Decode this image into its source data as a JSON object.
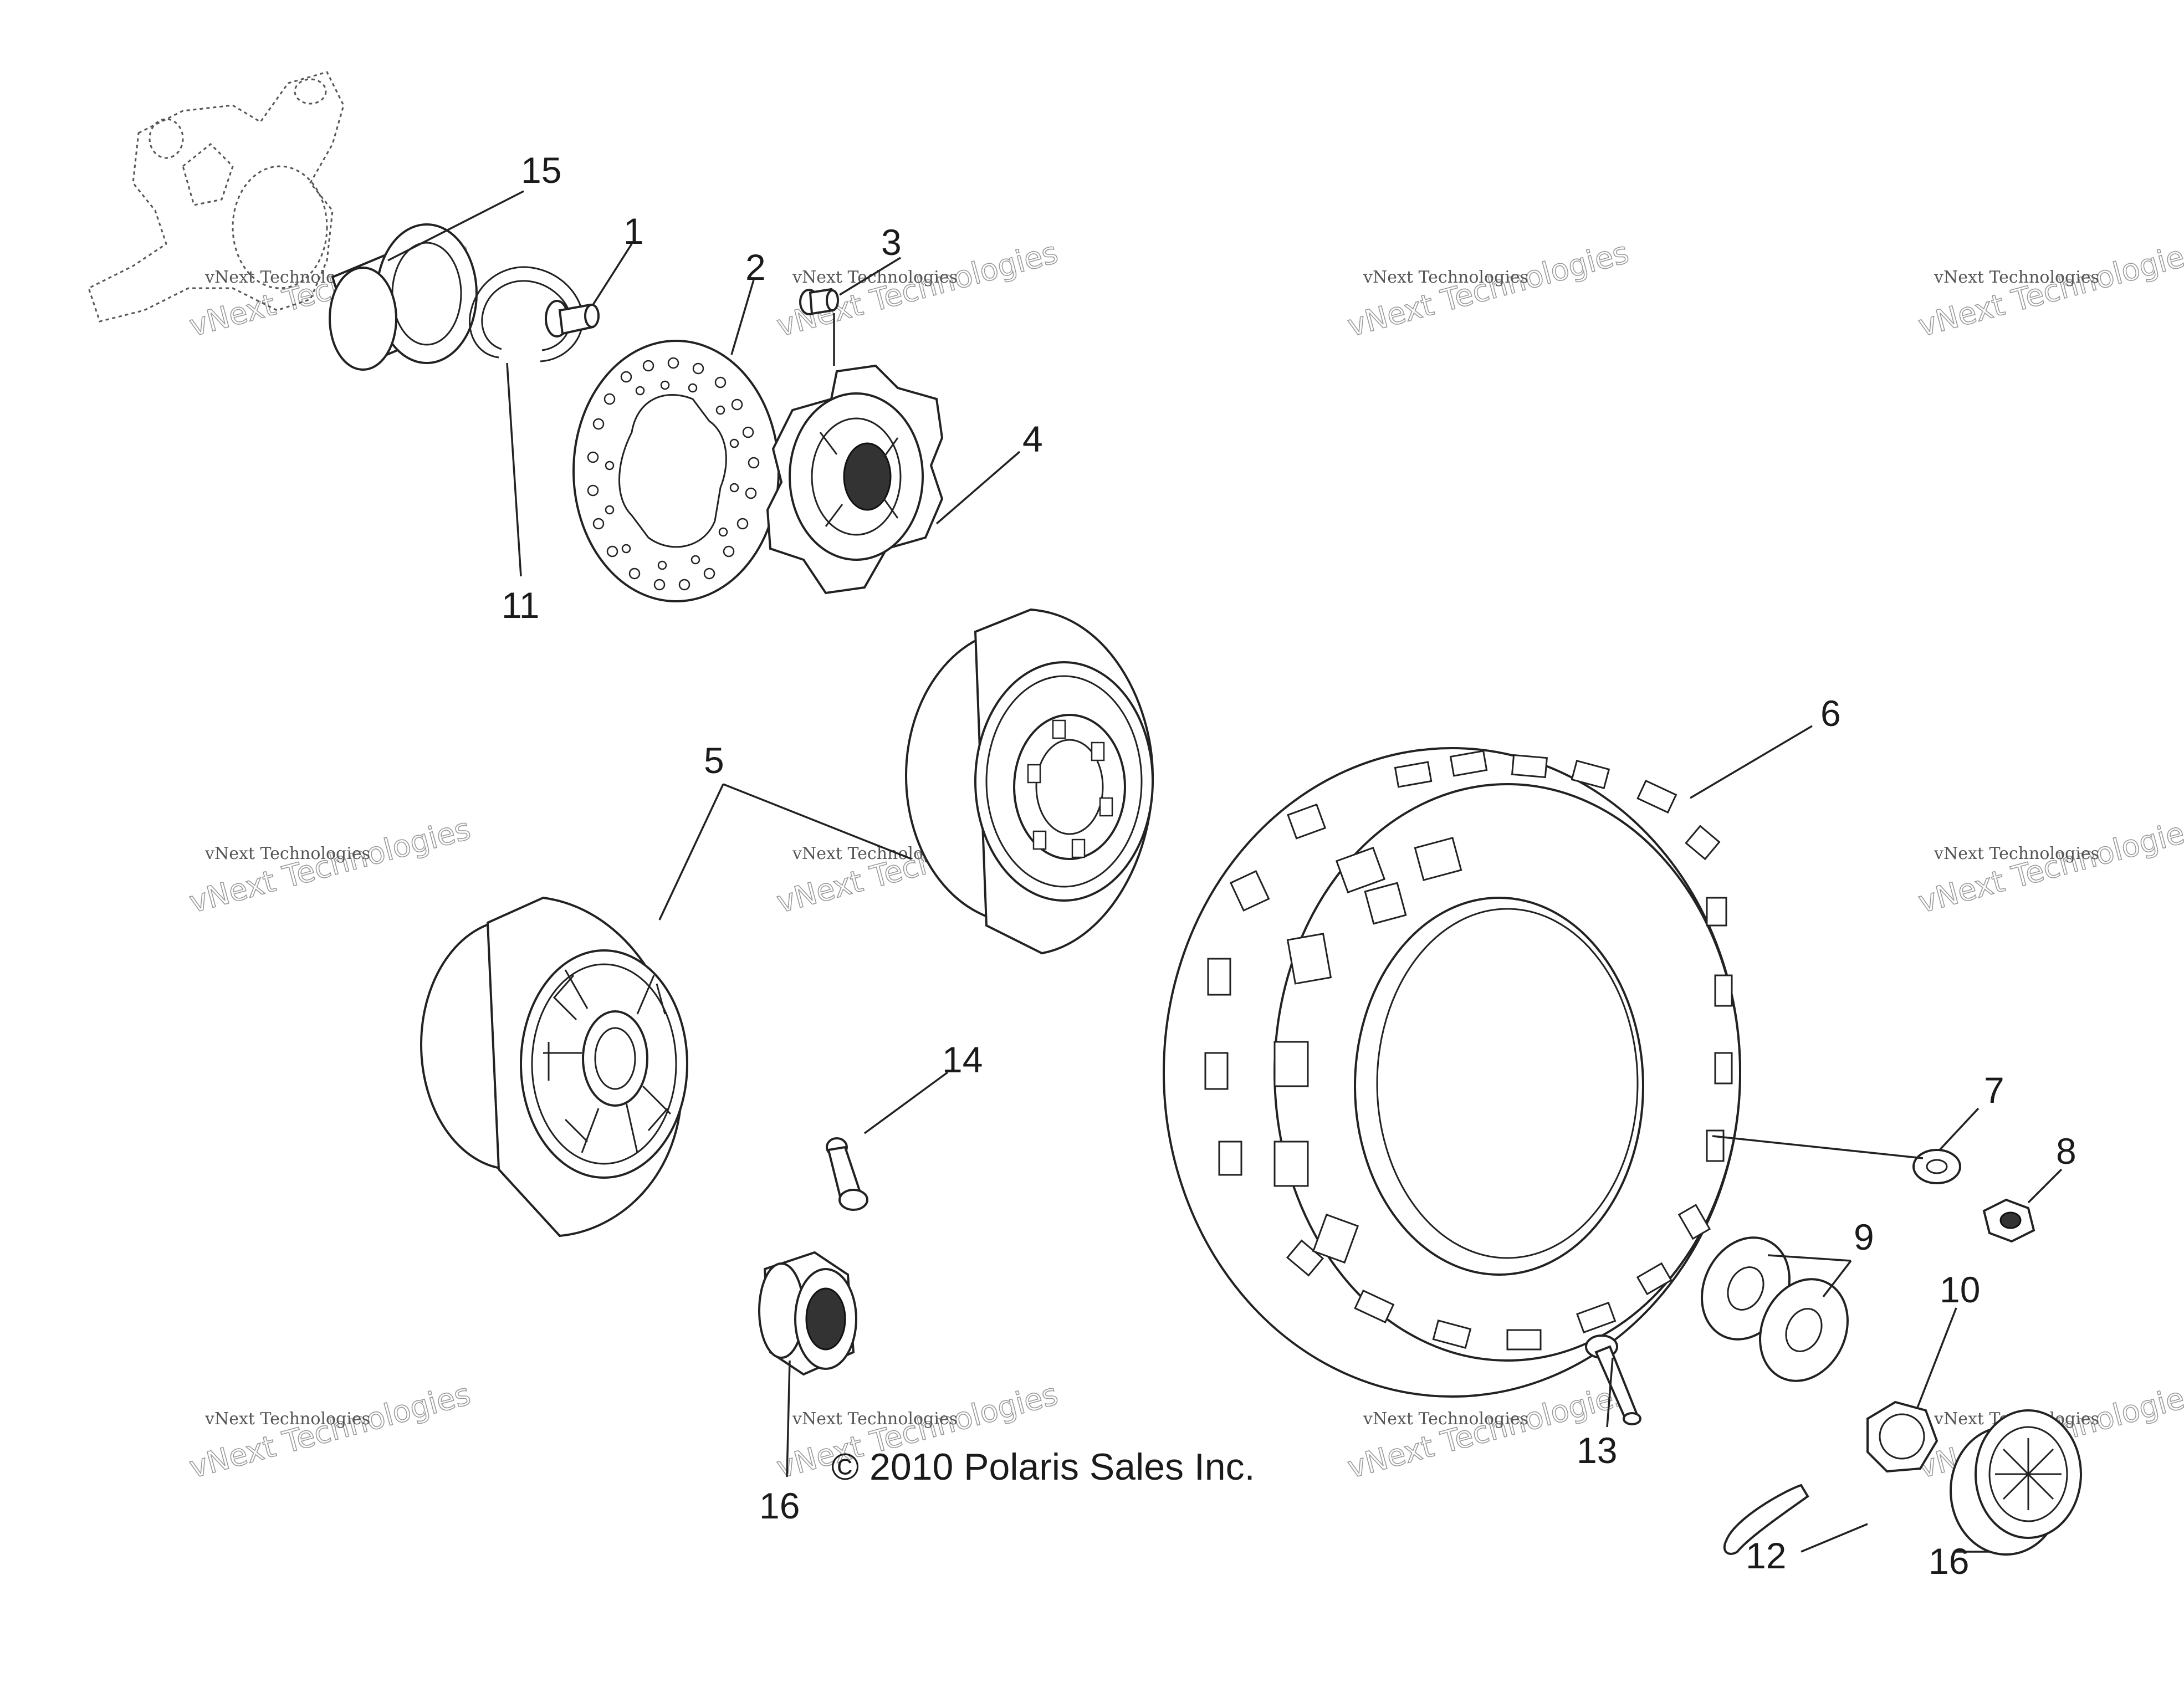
{
  "copyright": "© 2010 Polaris Sales Inc.",
  "watermark": {
    "line1": "vNext Technologies",
    "line2": "vNext Technologies"
  },
  "callouts": [
    {
      "id": "15",
      "label": "15"
    },
    {
      "id": "1",
      "label": "1"
    },
    {
      "id": "2",
      "label": "2"
    },
    {
      "id": "3",
      "label": "3"
    },
    {
      "id": "4",
      "label": "4"
    },
    {
      "id": "11",
      "label": "11"
    },
    {
      "id": "6",
      "label": "6"
    },
    {
      "id": "5",
      "label": "5"
    },
    {
      "id": "14",
      "label": "14"
    },
    {
      "id": "7",
      "label": "7"
    },
    {
      "id": "8",
      "label": "8"
    },
    {
      "id": "9",
      "label": "9"
    },
    {
      "id": "10",
      "label": "10"
    },
    {
      "id": "16a",
      "label": "16"
    },
    {
      "id": "13",
      "label": "13"
    },
    {
      "id": "12",
      "label": "12"
    },
    {
      "id": "16b",
      "label": "16"
    }
  ]
}
